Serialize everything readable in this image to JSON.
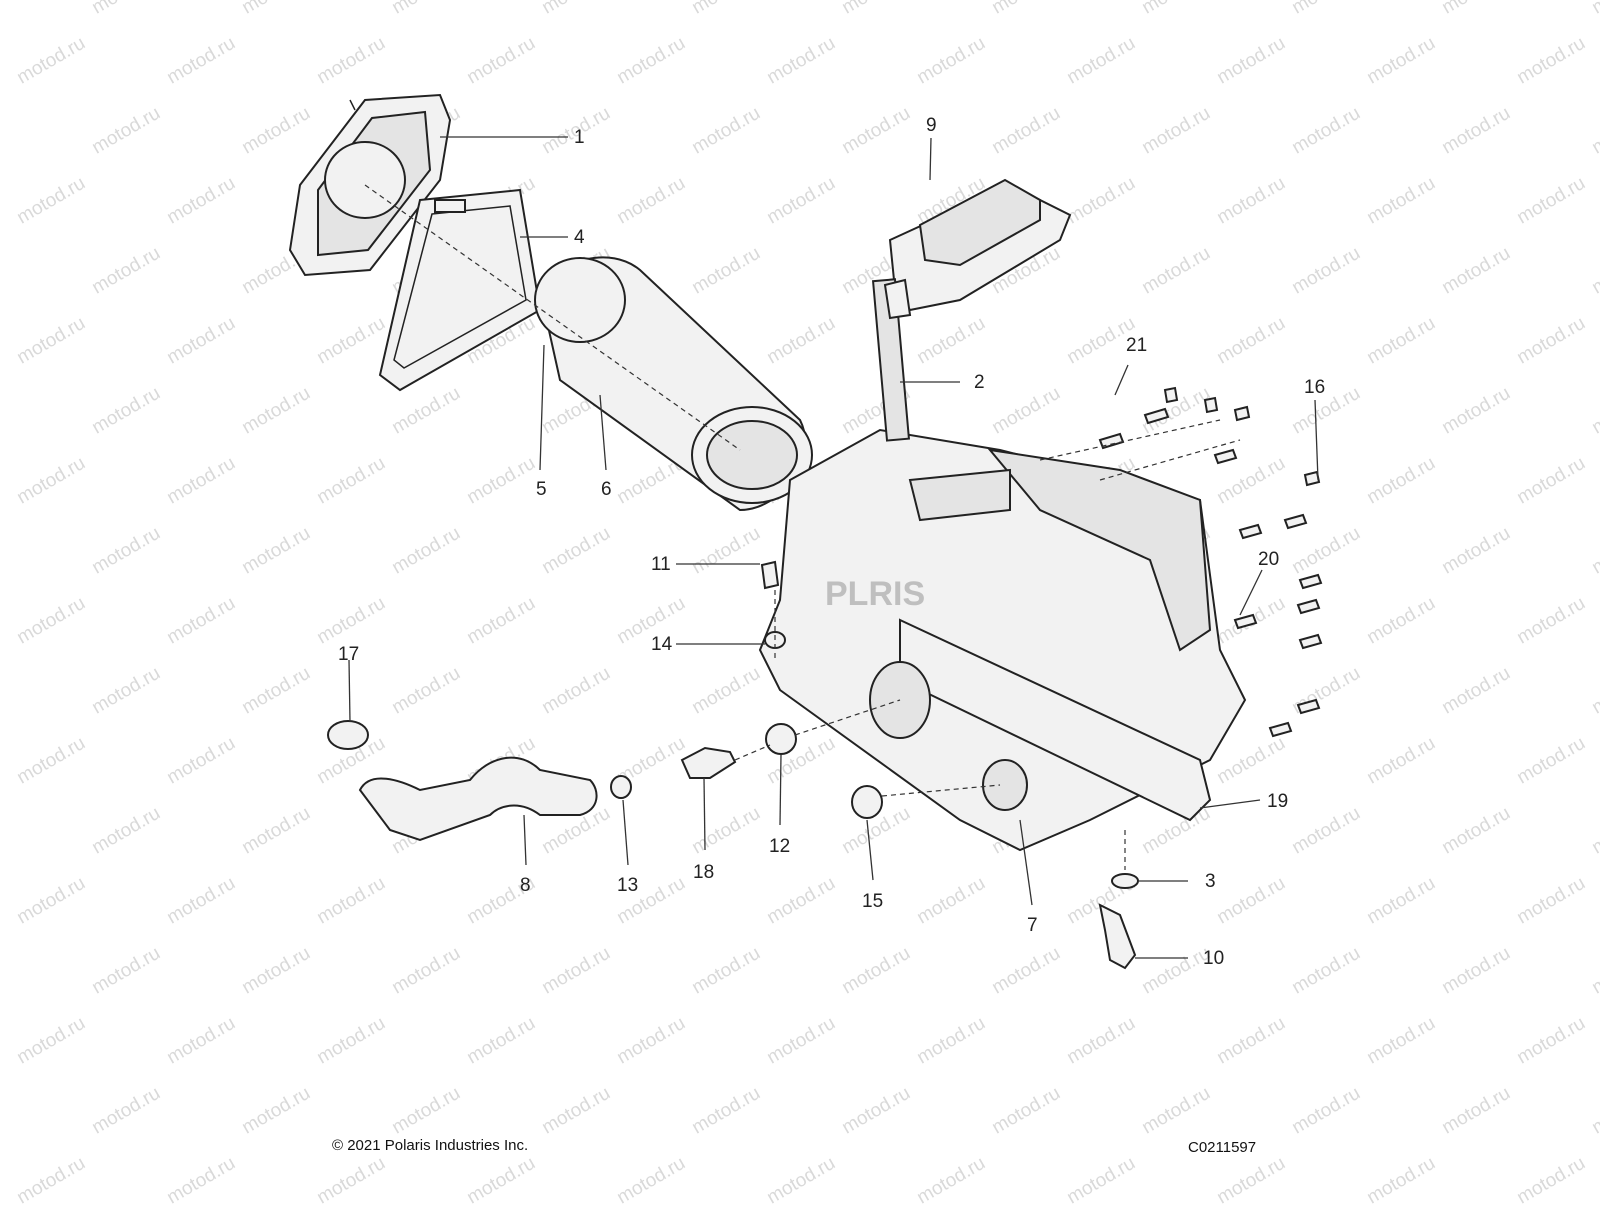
{
  "watermark": "motod.ru",
  "copyright": "© 2021 Polaris Industries Inc.",
  "diagram_id": "C0211597",
  "brand_mark": "PLRIS",
  "callouts": [
    "1",
    "2",
    "3",
    "4",
    "5",
    "6",
    "7",
    "8",
    "9",
    "10",
    "11",
    "12",
    "13",
    "14",
    "15",
    "16",
    "17",
    "18",
    "19",
    "20",
    "21"
  ]
}
